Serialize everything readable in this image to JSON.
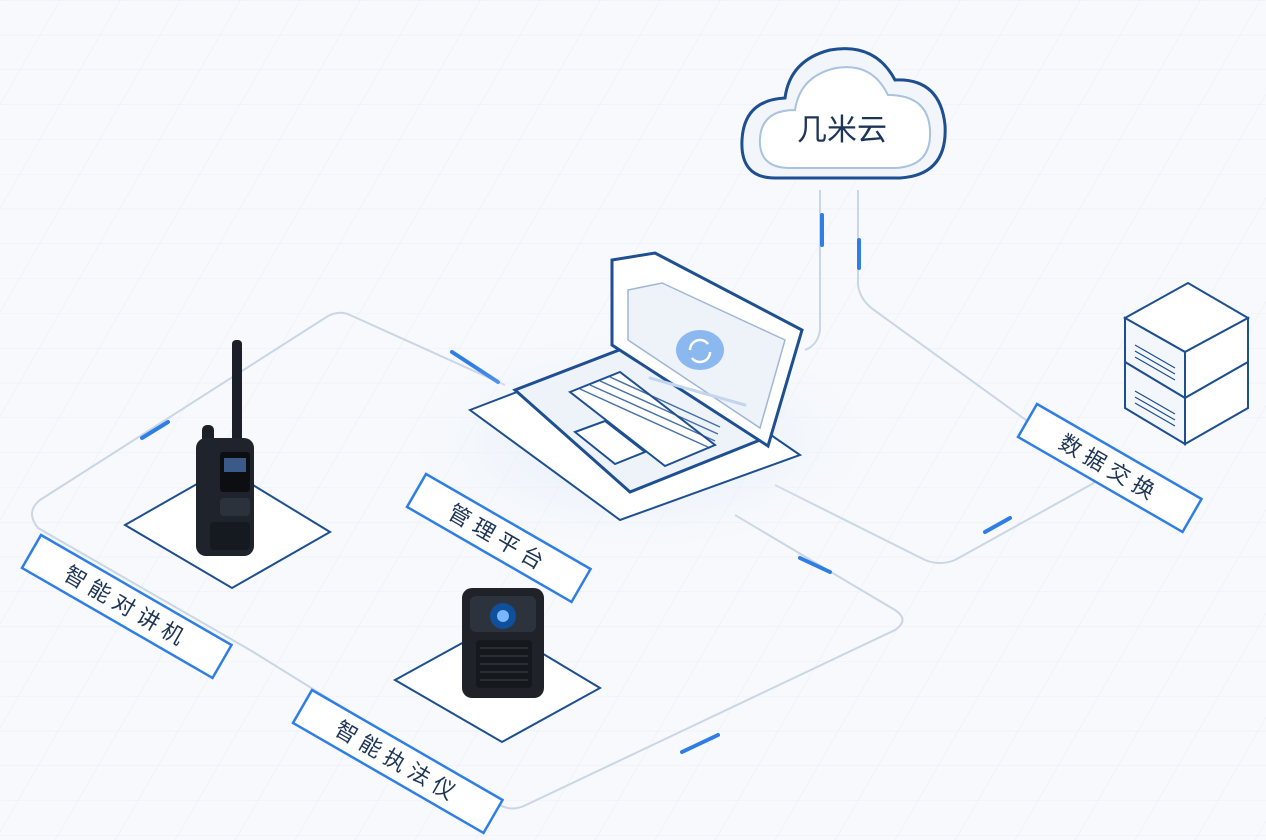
{
  "cloud": {
    "label": "几米云"
  },
  "nodes": {
    "platform": {
      "label": "管理平台"
    },
    "exchange": {
      "label": "数据交换"
    },
    "walkie": {
      "label": "智能对讲机"
    },
    "recorder": {
      "label": "智能执法仪"
    }
  },
  "colors": {
    "background": "#f7f9fc",
    "grid": "#e7ecf3",
    "line": "#c9d6e6",
    "accent": "#2f7ee6",
    "outline": "#1d4f91",
    "label_text": "#1d3557"
  },
  "icons": [
    "cloud-icon",
    "laptop-icon",
    "server-rack-icon",
    "walkie-talkie-icon",
    "body-camera-icon",
    "sync-icon"
  ]
}
